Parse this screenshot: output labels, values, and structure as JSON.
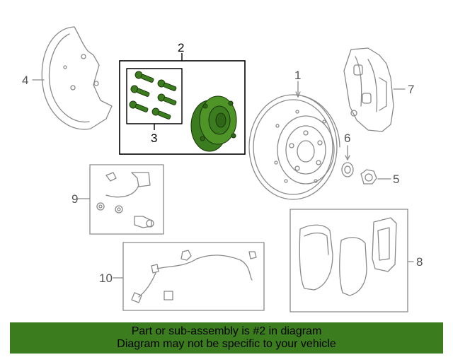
{
  "callouts": {
    "c1": "1",
    "c2": "2",
    "c3": "3",
    "c4": "4",
    "c5": "5",
    "c6": "6",
    "c7": "7",
    "c8": "8",
    "c9": "9",
    "c10": "10"
  },
  "banner": {
    "line1": "Part or sub-assembly is #2 in diagram",
    "line2": "Diagram may not be specific to your vehicle"
  },
  "colors": {
    "highlight": "#3b7d1e",
    "line_art": "#8a8a8a",
    "highlight_box": "#000000"
  }
}
